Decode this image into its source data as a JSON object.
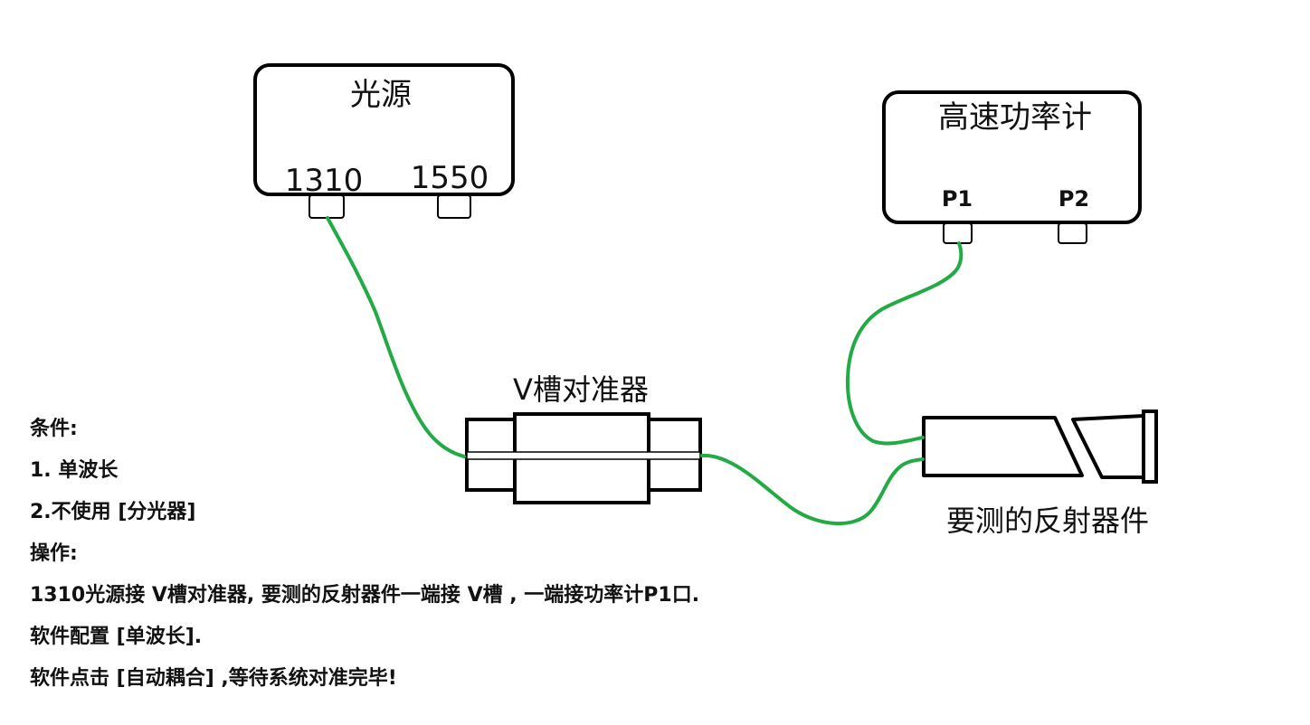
{
  "light_source": {
    "title": "光源",
    "port_1310": "1310",
    "port_1550": "1550"
  },
  "power_meter": {
    "title": "高速功率计",
    "port_p1": "P1",
    "port_p2": "P2"
  },
  "aligner": {
    "title": "V槽对准器"
  },
  "device": {
    "title": "要测的反射器件"
  },
  "colors": {
    "fiber": "#22aa44",
    "outline": "#000000"
  },
  "notes": {
    "conditions_title": "条件:",
    "condition_1": "1. 单波长",
    "condition_2": "2.不使用 [分光器]",
    "operations_title": "操作:",
    "operation_1": "1310光源接 V槽对准器, 要测的反射器件一端接 V槽 , 一端接功率计P1口.",
    "operation_2": "软件配置 [单波长].",
    "operation_3": "软件点击 [自动耦合] ,等待系统对准完毕!"
  }
}
